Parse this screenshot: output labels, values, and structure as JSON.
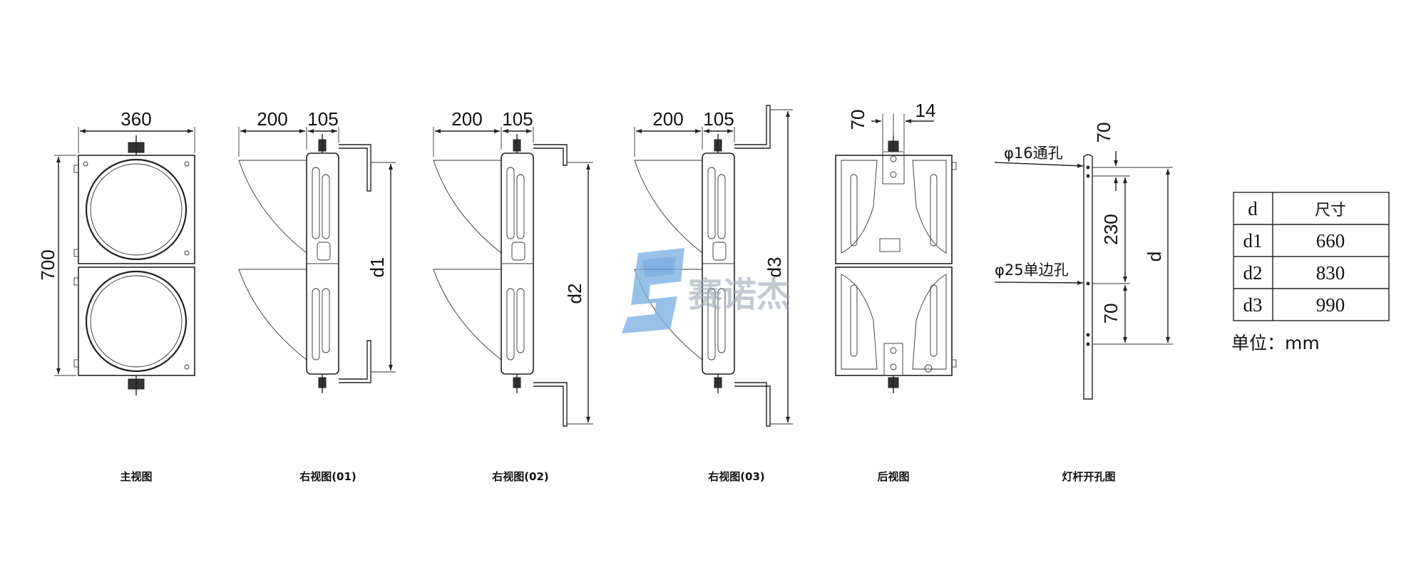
{
  "views": {
    "front": {
      "caption": "主视图",
      "width": "360",
      "height": "700"
    },
    "side1": {
      "caption": "右视图(01)",
      "dim_a": "200",
      "dim_b": "105",
      "label": "d1"
    },
    "side2": {
      "caption": "右视图(02)",
      "dim_a": "200",
      "dim_b": "105",
      "label": "d2"
    },
    "side3": {
      "caption": "右视图(03)",
      "dim_a": "200",
      "dim_b": "105",
      "label": "d3"
    },
    "rear": {
      "caption": "后视图",
      "dim_a": "70",
      "dim_b": "14"
    },
    "pole": {
      "caption": "灯杆开孔图",
      "hole1": "φ16通孔",
      "hole2": "φ25单边孔",
      "dim_top": "70",
      "dim_mid": "230",
      "dim_low": "70",
      "dim_total": "d"
    }
  },
  "table": {
    "header": [
      "d",
      "尺寸"
    ],
    "rows": [
      [
        "d1",
        "660"
      ],
      [
        "d2",
        "830"
      ],
      [
        "d3",
        "990"
      ]
    ]
  },
  "unit": "单位：mm",
  "watermark": {
    "text": "赛诺杰",
    "logo": "s-logo-icon"
  }
}
